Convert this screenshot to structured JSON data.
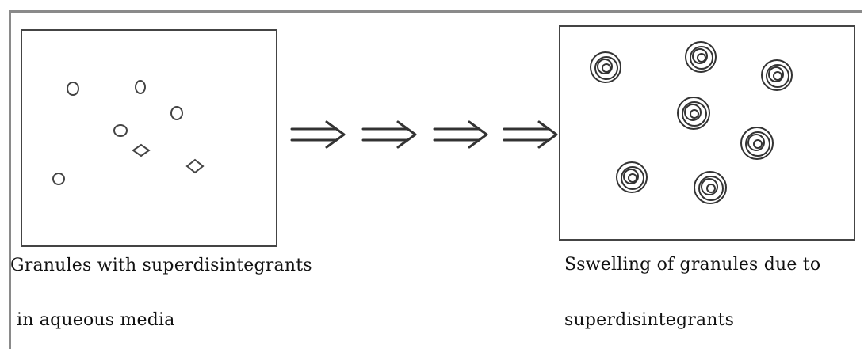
{
  "left_caption": {
    "line1": "Granules with superdisintegrants",
    "line2": "in aqueous media"
  },
  "right_caption": {
    "line1": "Sswelling of granules due to",
    "line2": "superdisintegrants"
  }
}
